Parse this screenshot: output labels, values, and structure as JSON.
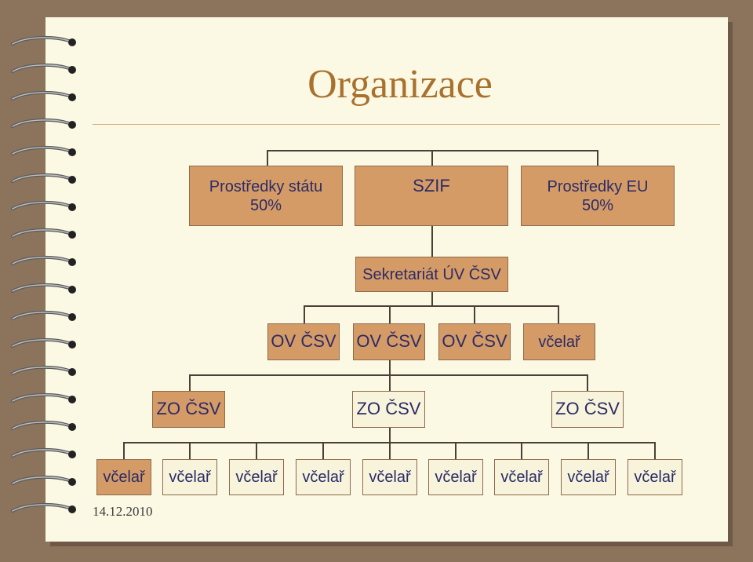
{
  "title": "Organizace",
  "funding": {
    "state": {
      "line1": "Prostředky státu",
      "line2": "50%"
    },
    "szif": "SZIF",
    "eu": {
      "line1": "Prostředky EU",
      "line2": "50%"
    }
  },
  "secretariat": "Sekretariát ÚV ČSV",
  "district": [
    "OV ČSV",
    "OV ČSV",
    "OV ČSV",
    "včelař"
  ],
  "local": [
    "ZO ČSV",
    "ZO ČSV",
    "ZO ČSV"
  ],
  "beekeepers": [
    "včelař",
    "včelař",
    "včelař",
    "včelař",
    "včelař",
    "včelař",
    "včelař",
    "včelař",
    "včelař"
  ],
  "date": "14.12.2010",
  "colors": {
    "box_fill": "#d59b67",
    "box_light": "#f8f4dc",
    "text": "#2b2b66",
    "title": "#a9712d",
    "frame": "#8c735b"
  },
  "icons": [
    "spiral-binding-icon"
  ]
}
